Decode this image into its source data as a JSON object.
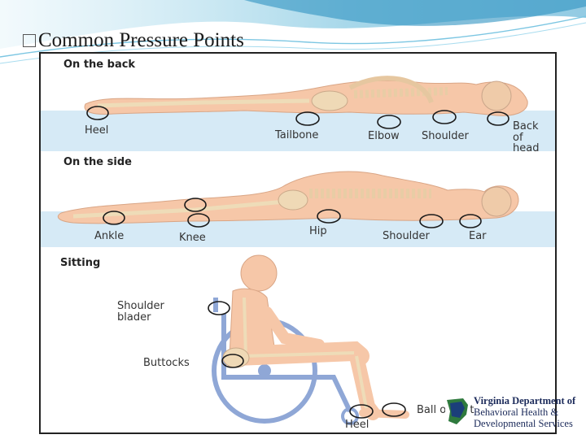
{
  "title": "Common Pressure Points",
  "sections": {
    "back": "On the back",
    "side": "On the side",
    "sitting": "Sitting"
  },
  "labels": {
    "back_heel": "Heel",
    "back_tailbone": "Tailbone",
    "back_elbow": "Elbow",
    "back_shoulder": "Shoulder",
    "back_head": "Back\nof\nhead",
    "side_ankle": "Ankle",
    "side_knee": "Knee",
    "side_hip": "Hip",
    "side_shoulder": "Shoulder",
    "side_ear": "Ear",
    "sit_shoulder": "Shoulder\nblader",
    "sit_buttocks": "Buttocks",
    "sit_heel": "Heel",
    "sit_ball": "Ball of foot"
  },
  "logo": {
    "line1": "Virginia Department of",
    "line2": "Behavioral Health &",
    "line3": "Developmental Services"
  },
  "colors": {
    "skin": "#f6c7a8",
    "bone": "#f0d2a8",
    "surface": "#cfe6f4",
    "circle": "#1a1a1a",
    "wave": "#5fb7d8"
  }
}
